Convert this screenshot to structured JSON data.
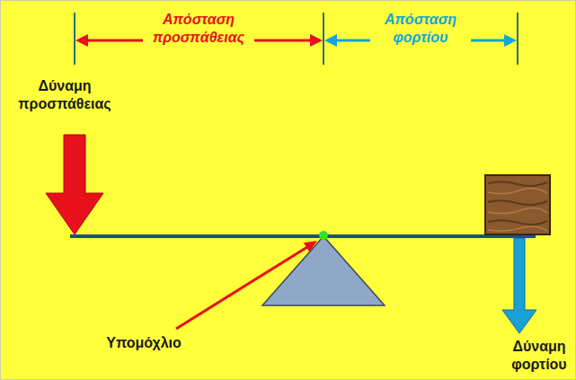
{
  "diagram": {
    "labels": [
      "Απόσταση προσπάθειας",
      "Απόσταση φορτίου",
      "Δύναμη προσπάθειας",
      "Υπομόχλιο",
      "Δύναμη φορτίου"
    ]
  }
}
